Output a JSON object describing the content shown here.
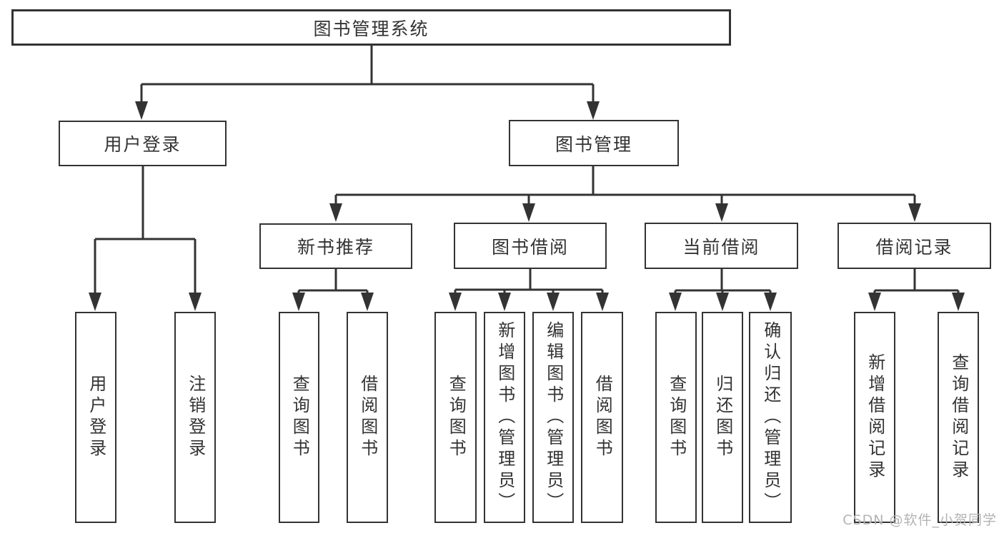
{
  "tree": {
    "root": "图书管理系统",
    "login": {
      "label": "用户登录",
      "children": [
        "用户登录",
        "注销登录"
      ]
    },
    "mgmt": {
      "label": "图书管理",
      "groups": [
        {
          "label": "新书推荐",
          "children": [
            "查询图书",
            "借阅图书"
          ]
        },
        {
          "label": "图书借阅",
          "children": [
            "查询图书",
            "新增图书（管理员）",
            "编辑图书（管理员）",
            "借阅图书"
          ]
        },
        {
          "label": "当前借阅",
          "children": [
            "查询图书",
            "归还图书",
            "确认归还（管理员）"
          ]
        },
        {
          "label": "借阅记录",
          "children": [
            "新增借阅记录",
            "查询借阅记录"
          ]
        }
      ]
    }
  },
  "watermark": {
    "text": "CSDN @软件_小贺同学"
  },
  "colors": {
    "line": "#333333",
    "box_border": "#333333",
    "text": "#333333",
    "background": "#ffffff",
    "watermark": "#b3b3b3"
  }
}
